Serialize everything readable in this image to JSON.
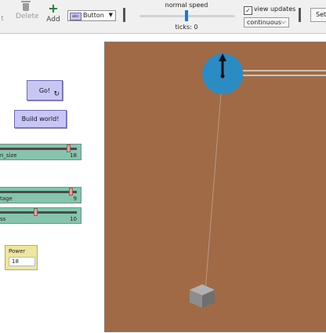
{
  "toolbar": {
    "edit_label": "t",
    "delete_label": "Delete",
    "add_label": "Add",
    "widget_type_icon": "abc",
    "widget_type_value": "Button",
    "speed_label": "normal speed",
    "ticks_label": "ticks: 0",
    "view_updates_label": "view updates",
    "view_updates_checked": true,
    "update_mode": "continuous",
    "settings_label": "Set"
  },
  "interface": {
    "go_button": "Go!",
    "build_world_button": "Build world!",
    "sliders": [
      {
        "name": "n_size",
        "value": "18",
        "level": 0.88
      },
      {
        "name": "tage",
        "value": "9",
        "level": 0.9
      },
      {
        "name": "ss",
        "value": "10",
        "level": 0.45
      }
    ],
    "monitor": {
      "label": "Power",
      "value": "18"
    }
  },
  "world": {
    "background_color": "#9f6a45",
    "turtle_color": "#2b8cc4",
    "box_color": "#8d8d8d"
  }
}
